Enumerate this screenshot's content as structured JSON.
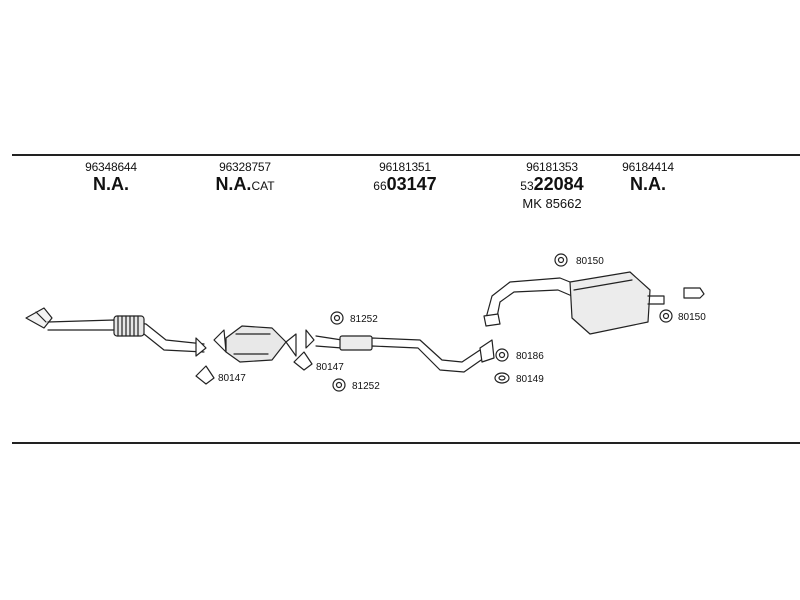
{
  "columns": [
    {
      "part": "96348644",
      "main": "N.A.",
      "suffix": "",
      "extra": ""
    },
    {
      "part": "96328757",
      "main": "N.A.",
      "suffix": "CAT",
      "extra": ""
    },
    {
      "part": "96181351",
      "main_prefix": "66",
      "main": "03147",
      "suffix": "",
      "extra": ""
    },
    {
      "part": "96181353",
      "main_prefix": "53",
      "main": "22084",
      "suffix": "",
      "extra": "MK 85662"
    },
    {
      "part": "96184414",
      "main": "N.A.",
      "suffix": "",
      "extra": ""
    }
  ],
  "callouts": {
    "c80150_top": "80150",
    "c80150_right": "80150",
    "c81252_top": "81252",
    "c81252_bottom": "81252",
    "c80147_left": "80147",
    "c80147_mid": "80147",
    "c80186": "80186",
    "c80149": "80149"
  }
}
